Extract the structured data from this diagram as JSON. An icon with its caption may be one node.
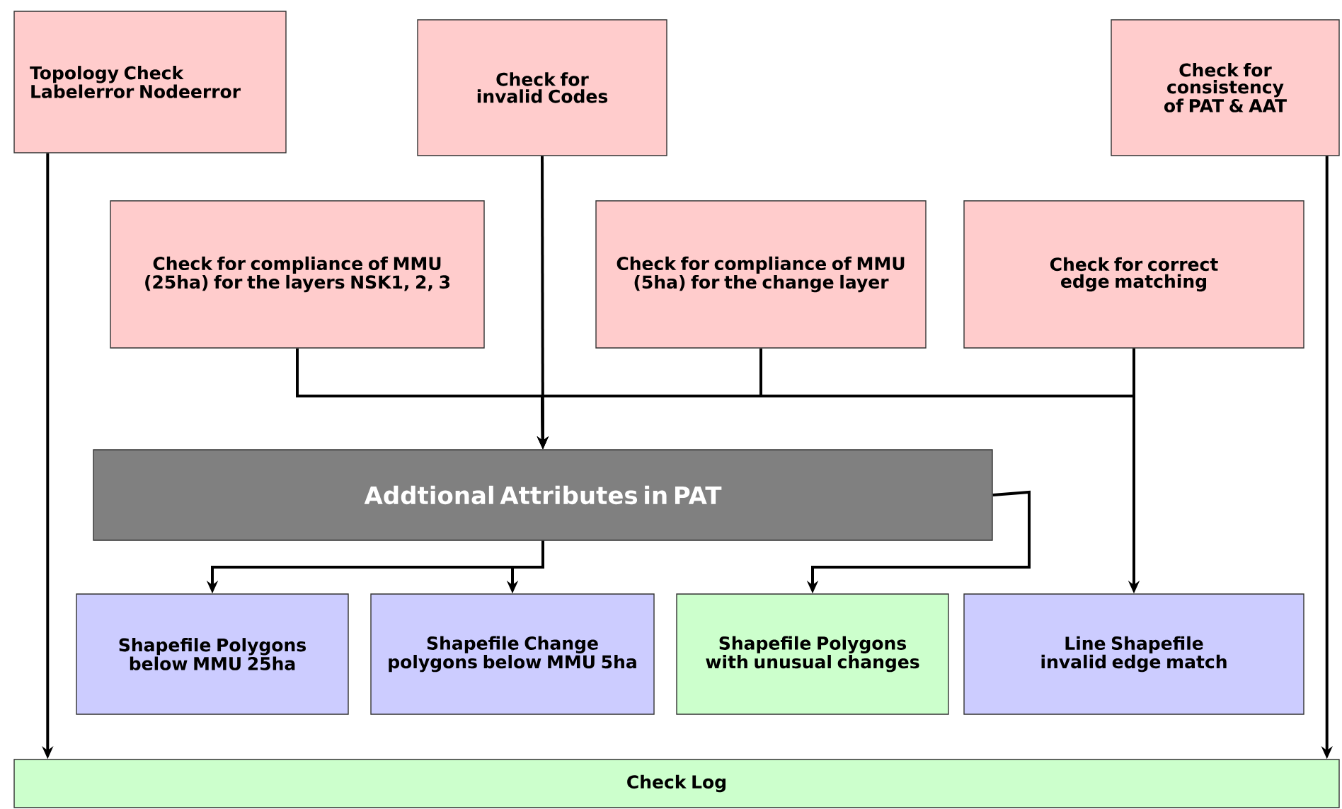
{
  "diagram": {
    "nodes": [
      {
        "text": [
          "Topology Check Labelerror Nodeerror"
        ]
      },
      {
        "text": [
          "Check for invalid Codes"
        ]
      },
      {
        "text": [
          "Check for consistency of PAT & AAT"
        ]
      },
      {
        "text": [
          "Check for compliance of MMU (25ha) for the layers NSK1, 2, 3"
        ]
      },
      {
        "text": [
          "Check for compliance of MMU (5ha) for the change layer"
        ]
      },
      {
        "text": [
          "Check for correct edge matching"
        ]
      },
      {
        "text": [
          "Addtional Attributes in PAT"
        ]
      },
      {
        "text": [
          "Shapefile Polygons below MMU 25ha"
        ]
      },
      {
        "text": [
          "Shapefile Change polygons below MMU 5ha"
        ]
      },
      {
        "text": [
          "Shapefile Polygons with unusual changes"
        ]
      },
      {
        "text": [
          "Line Shapefile invalid edge match"
        ]
      },
      {
        "text": [
          "Check Log"
        ]
      }
    ],
    "edges": [
      {
        "from": 0,
        "to": 11,
        "arrow": "to"
      },
      {
        "from": 2,
        "to": 11,
        "arrow": "to"
      },
      {
        "from": 1,
        "to": 6,
        "arrow": "to"
      },
      {
        "from": 3,
        "to": 6,
        "arrow": "to"
      },
      {
        "from": 4,
        "to": 6,
        "arrow": "to"
      },
      {
        "from": 5,
        "to": 6,
        "arrow": "to"
      },
      {
        "from": 5,
        "to": 10,
        "arrow": "to"
      },
      {
        "from": 6,
        "to": 7,
        "arrow": "to"
      },
      {
        "from": 6,
        "to": 8,
        "arrow": "to"
      },
      {
        "from": 6,
        "to": 9,
        "arrow": "to"
      }
    ]
  }
}
